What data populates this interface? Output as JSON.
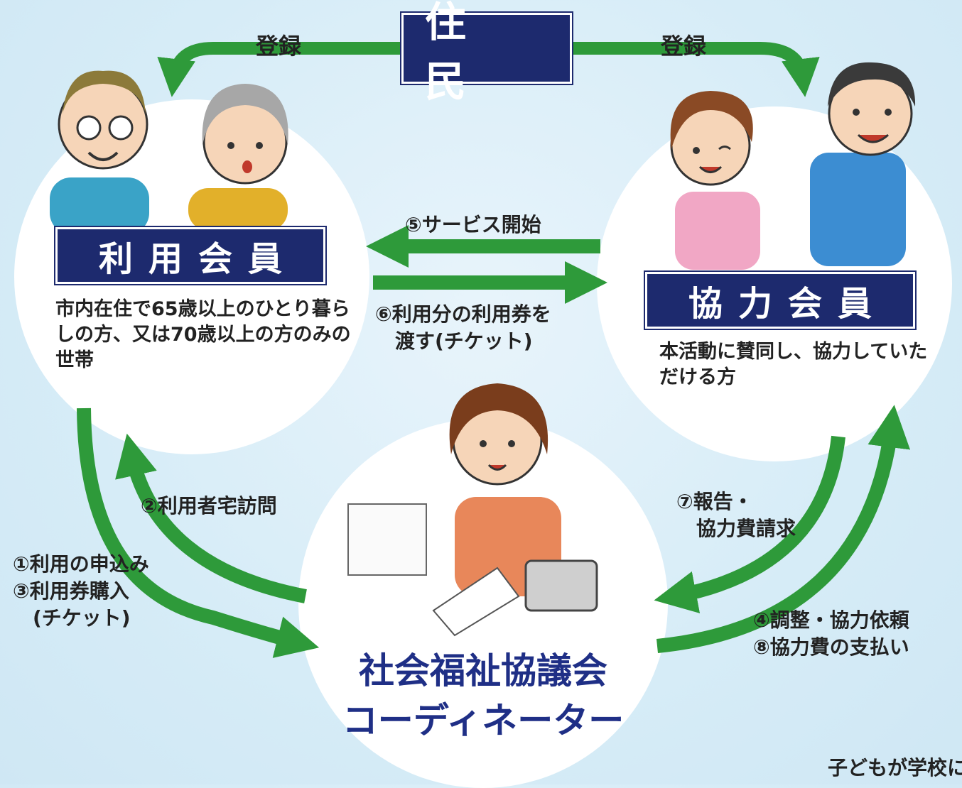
{
  "resident": {
    "title": "住　民"
  },
  "register_left": "登録",
  "register_right": "登録",
  "user_member": {
    "title": "利用会員",
    "description": "市内在住で65歳以上のひとり暮らしの方、又は70歳以上の方のみの世帯"
  },
  "coop_member": {
    "title": "協力会員",
    "description": "本活動に賛同し、協力していただける方"
  },
  "coordinator": {
    "line1": "社会福祉協議会",
    "line2": "コーディネーター"
  },
  "steps": {
    "s5": "⑤サービス開始",
    "s6": "⑥利用分の利用券を\n　渡す(チケット)",
    "s2": "②利用者宅訪問",
    "s1_3": "①利用の申込み\n③利用券購入\n　(チケット)",
    "s7": "⑦報告・\n　協力費請求",
    "s4_8": "④調整・協力依頼\n⑧協力費の支払い"
  },
  "corner_text": "子どもが学校に",
  "colors": {
    "arrow": "#2e9a3a",
    "title_bg": "#1d2a6e",
    "coordinator_text": "#1f2f86"
  }
}
